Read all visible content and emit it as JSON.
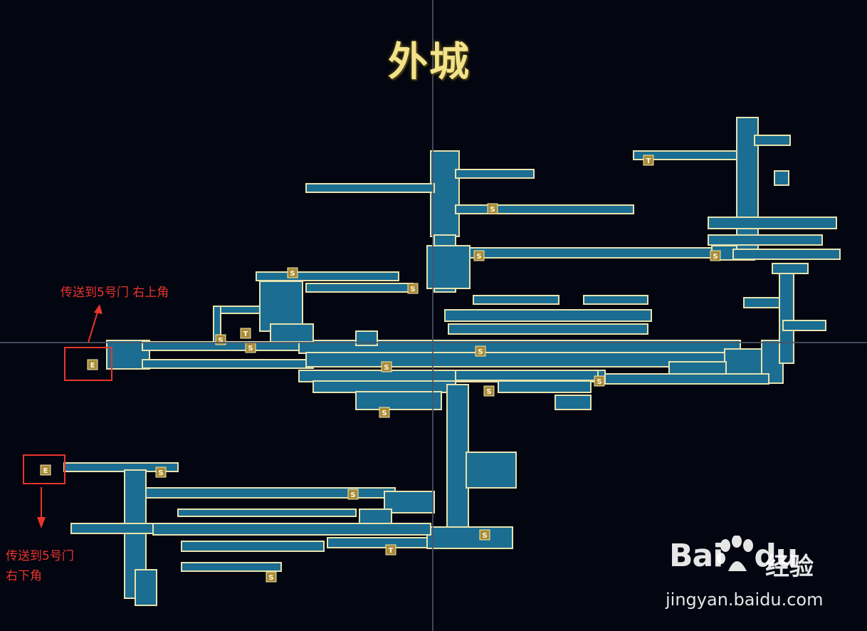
{
  "map": {
    "title": "外城",
    "corridor_color": "#1b6d91",
    "edge_color": "#e6e2b0",
    "marker_color": "#a88a3a",
    "markers": [
      {
        "letter": "T"
      },
      {
        "letter": "S"
      },
      {
        "letter": "S"
      },
      {
        "letter": "S"
      },
      {
        "letter": "S"
      },
      {
        "letter": "S"
      },
      {
        "letter": "S"
      },
      {
        "letter": "T"
      },
      {
        "letter": "S"
      },
      {
        "letter": "S"
      },
      {
        "letter": "S"
      },
      {
        "letter": "S"
      },
      {
        "letter": "S"
      },
      {
        "letter": "S"
      },
      {
        "letter": "S"
      },
      {
        "letter": "S"
      },
      {
        "letter": "S"
      },
      {
        "letter": "T"
      },
      {
        "letter": "S"
      },
      {
        "letter": "E"
      },
      {
        "letter": "E"
      }
    ]
  },
  "annotations": {
    "upper_note": "传送到5号门 右上角",
    "lower_note_line1": "传送到5号门",
    "lower_note_line2": "右下角",
    "annotation_color": "#e8352b"
  },
  "watermark": {
    "brand_prefix": "Bai",
    "brand_suffix": "du",
    "brand_cn": "经验",
    "url": "jingyan.baidu.com"
  }
}
